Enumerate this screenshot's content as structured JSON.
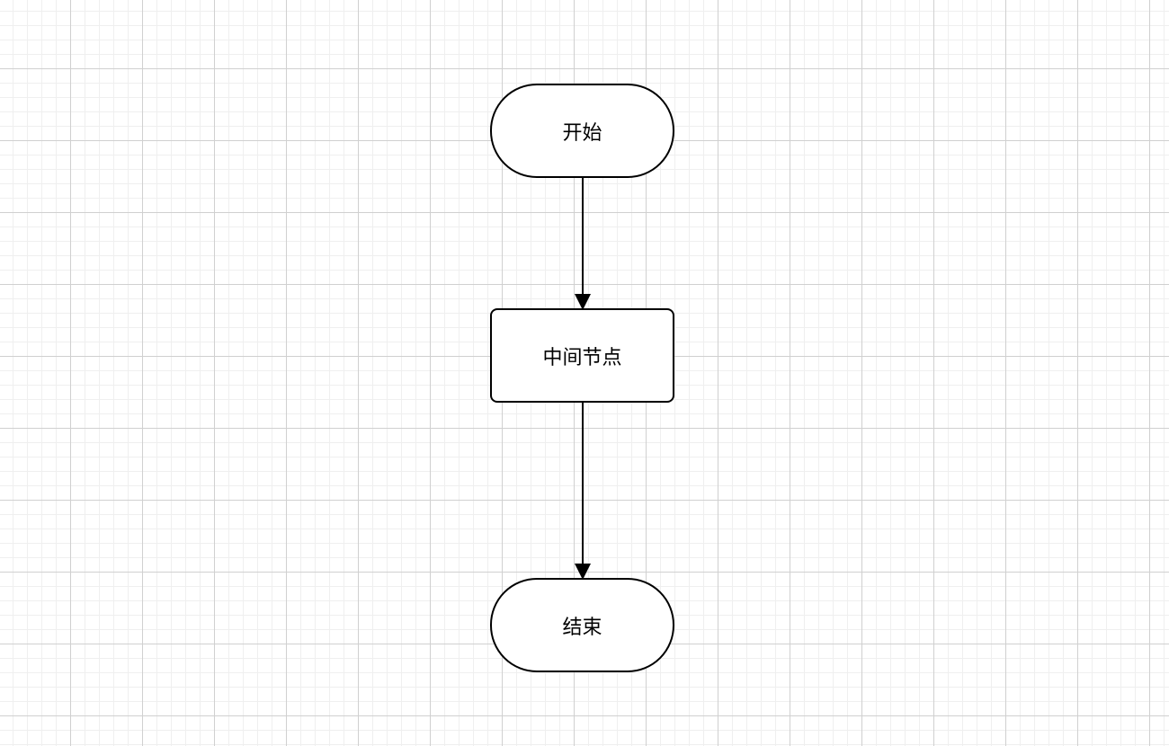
{
  "diagram": {
    "nodes": [
      {
        "id": "start",
        "shape": "terminal",
        "label": "开始"
      },
      {
        "id": "middle",
        "shape": "process",
        "label": "中间节点"
      },
      {
        "id": "end",
        "shape": "terminal",
        "label": "结束"
      }
    ],
    "edges": [
      {
        "from": "start",
        "to": "middle"
      },
      {
        "from": "middle",
        "to": "end"
      }
    ]
  },
  "colors": {
    "stroke": "#000000",
    "node_fill": "#ffffff",
    "grid_major": "#d0d0d0",
    "grid_minor": "#efefef",
    "background": "#ffffff"
  }
}
